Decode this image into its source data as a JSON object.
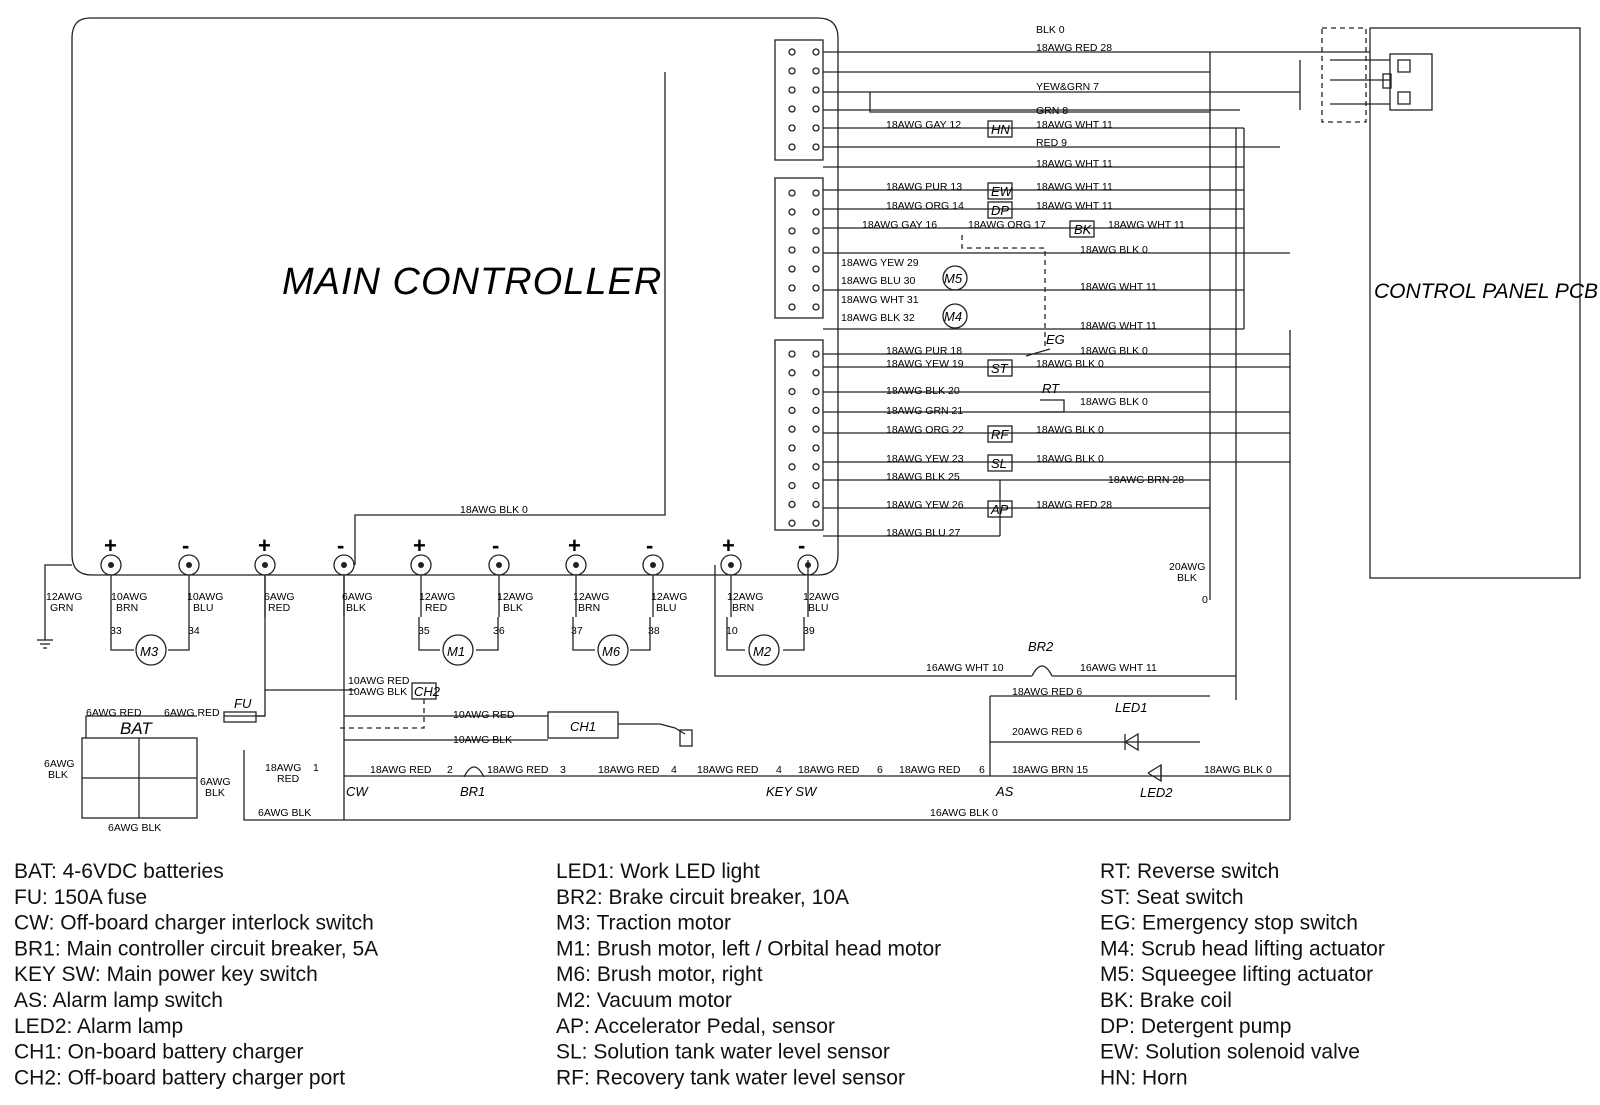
{
  "diagram": {
    "main_controller": "MAIN  CONTROLLER",
    "control_panel": "CONTROL  PANEL  PCB",
    "top_wires": [
      {
        "label": "BLK   0"
      },
      {
        "label": "18AWG RED   28"
      },
      {
        "label": "YEW&GRN   7"
      },
      {
        "label": "GRN   8"
      },
      {
        "label": "18AWG WHT   11"
      },
      {
        "label": "RED   9"
      },
      {
        "label": "18AWG WHT   11"
      },
      {
        "label": "18AWG WHT   11"
      },
      {
        "label": "18AWG WHT   11"
      },
      {
        "label": "18AWG WHT   11"
      },
      {
        "label": "18AWG BLK   0"
      },
      {
        "label": "18AWG WHT   11"
      },
      {
        "label": "18AWG WHT   11"
      }
    ],
    "left_wires": [
      {
        "label": "18AWG GAY   12"
      },
      {
        "label": "18AWG PUR   13"
      },
      {
        "label": "18AWG ORG   14"
      },
      {
        "label": "18AWG GAY   16"
      },
      {
        "label": "18AWG ORG   17"
      },
      {
        "label": "18AWG YEW  29"
      },
      {
        "label": "18AWG BLU   30"
      },
      {
        "label": "18AWG WHT   31"
      },
      {
        "label": "18AWG BLK   32"
      },
      {
        "label": "18AWG PUR   18"
      },
      {
        "label": "18AWG YEW   19"
      },
      {
        "label": "18AWG BLK   20"
      },
      {
        "label": "18AWG GRN   21"
      },
      {
        "label": "18AWG ORG   22"
      },
      {
        "label": "18AWG YEW   23"
      },
      {
        "label": "18AWG BLK   25"
      },
      {
        "label": "18AWG YEW   26"
      },
      {
        "label": "18AWG BLU   27"
      }
    ],
    "right_wires": [
      {
        "label": "18AWG BLK   0"
      },
      {
        "label": "18AWG BLK   0"
      },
      {
        "label": "18AWG BLK   0"
      },
      {
        "label": "18AWG BLK   0"
      },
      {
        "label": "18AWG BLK   0"
      },
      {
        "label": "18AWG BRN   28"
      },
      {
        "label": "18AWG RED   28"
      },
      {
        "label": "18AWG WHT   11"
      }
    ],
    "misc_wires": [
      {
        "label": "18AWG BLK   0"
      },
      {
        "label": "20AWG"
      },
      {
        "label": "BLK"
      },
      {
        "label": "0"
      },
      {
        "label": "16AWG WHT   10"
      },
      {
        "label": "16AWG WHT   11"
      },
      {
        "label": "18AWG RED   6"
      },
      {
        "label": "20AWG RED   6"
      },
      {
        "label": "18AWG BRN   15"
      },
      {
        "label": "18AWG BLK   0"
      },
      {
        "label": "16AWG BLK   0"
      },
      {
        "label": "6AWG BLK"
      }
    ],
    "terminal_signs": [
      "+",
      "-",
      "+",
      "-",
      "+",
      "-",
      "+",
      "-",
      "+",
      "-"
    ],
    "terminal_wires": [
      {
        "gauge": "12AWG",
        "color": "GRN",
        "num": ""
      },
      {
        "gauge": "10AWG",
        "color": "BRN",
        "num": "33"
      },
      {
        "gauge": "10AWG",
        "color": "BLU",
        "num": "34"
      },
      {
        "gauge": "6AWG",
        "color": "RED",
        "num": ""
      },
      {
        "gauge": "6AWG",
        "color": "BLK",
        "num": ""
      },
      {
        "gauge": "12AWG",
        "color": "RED",
        "num": "35"
      },
      {
        "gauge": "12AWG",
        "color": "BLK",
        "num": "36"
      },
      {
        "gauge": "12AWG",
        "color": "BRN",
        "num": "37"
      },
      {
        "gauge": "12AWG",
        "color": "BLU",
        "num": "38"
      },
      {
        "gauge": "12AWG",
        "color": "BRN",
        "num": "10"
      },
      {
        "gauge": "12AWG",
        "color": "BLU",
        "num": "39"
      }
    ],
    "motors": [
      "M3",
      "M1",
      "M6",
      "M2",
      "M5",
      "M4"
    ],
    "components": [
      "HN",
      "EW",
      "DP",
      "BK",
      "ST",
      "RF",
      "SL",
      "AP",
      "EG",
      "RT",
      "BR2",
      "LED1",
      "LED2",
      "CH2",
      "CH1",
      "FU",
      "BAT",
      "CW",
      "BR1",
      "KEY SW",
      "AS"
    ],
    "battery_wires": [
      {
        "label": "6AWG RED"
      },
      {
        "label": "6AWG RED"
      },
      {
        "label": "6AWG"
      },
      {
        "label": "BLK"
      },
      {
        "label": "6AWG"
      },
      {
        "label": "BLK"
      },
      {
        "label": "6AWG BLK"
      },
      {
        "label": "10AWG RED"
      },
      {
        "label": "10AWG BLK"
      },
      {
        "label": "10AWG RED"
      },
      {
        "label": "10AWG BLK"
      }
    ],
    "bottom_chain": [
      {
        "label": "18AWG"
      },
      {
        "label": "RED"
      },
      {
        "label": "1"
      },
      {
        "label": "18AWG RED"
      },
      {
        "label": "2"
      },
      {
        "label": "18AWG RED"
      },
      {
        "label": "3"
      },
      {
        "label": "18AWG RED"
      },
      {
        "label": "4"
      },
      {
        "label": "18AWG RED"
      },
      {
        "label": "4"
      },
      {
        "label": "18AWG RED"
      },
      {
        "label": "6"
      },
      {
        "label": "18AWG RED"
      },
      {
        "label": "6"
      }
    ]
  },
  "legend": {
    "col1": [
      "BAT: 4-6VDC batteries",
      "FU: 150A fuse",
      "CW:  Off-board charger interlock switch",
      "BR1: Main controller circuit breaker, 5A",
      "KEY SW: Main power key switch",
      "AS:  Alarm lamp switch",
      "LED2: Alarm lamp",
      "CH1: On-board battery charger",
      "CH2: Off-board battery charger port"
    ],
    "col2": [
      "LED1:  Work LED light",
      "BR2: Brake circuit breaker, 10A",
      "M3: Traction motor",
      "M1:  Brush motor, left / Orbital head motor",
      "M6: Brush motor, right",
      "M2: Vacuum motor",
      "AP: Accelerator Pedal, sensor",
      "SL: Solution tank water level sensor",
      "RF: Recovery tank water level sensor"
    ],
    "col3": [
      "RT: Reverse switch",
      "ST: Seat switch",
      "EG: Emergency stop switch",
      "M4: Scrub head lifting actuator",
      "M5: Squeegee lifting actuator",
      "BK: Brake coil",
      "DP: Detergent pump",
      "EW: Solution solenoid valve",
      "HN: Horn"
    ]
  }
}
